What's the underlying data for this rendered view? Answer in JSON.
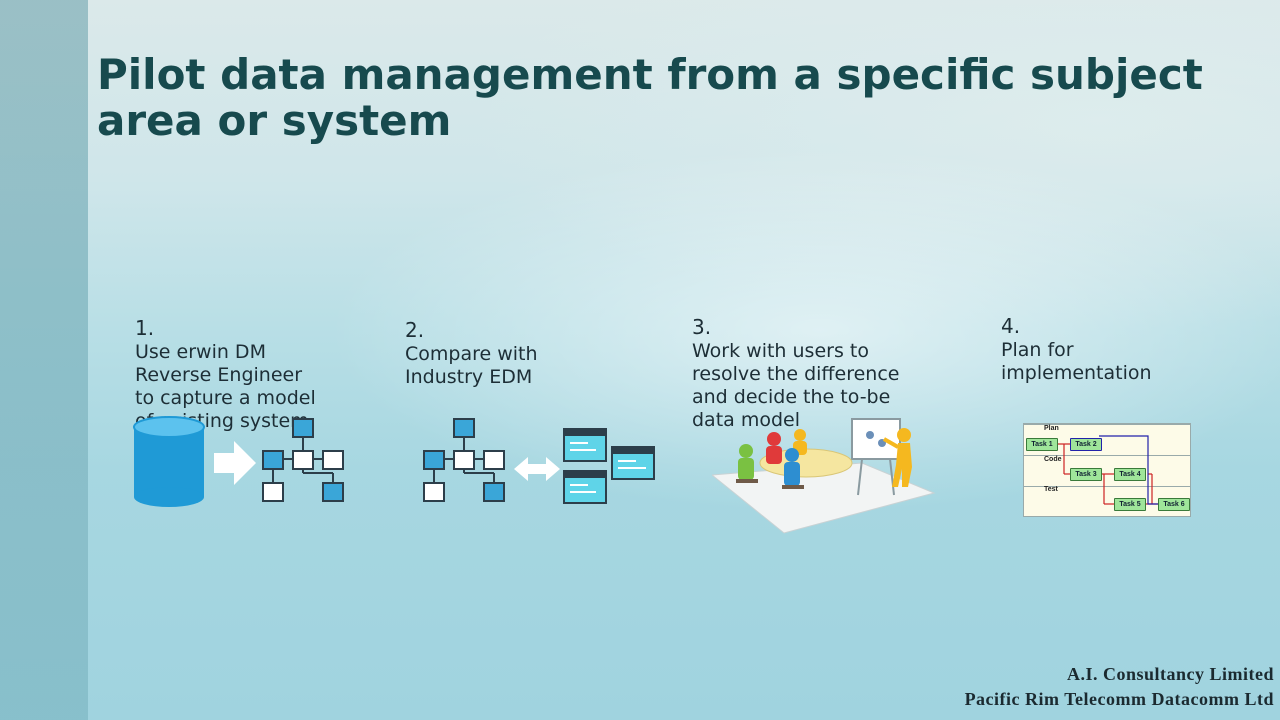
{
  "slide": {
    "title": "Pilot data management from a specific subject area or system",
    "steps": [
      {
        "num": "1.",
        "text": "Use erwin DM\nReverse Engineer\nto capture a model\nof existing system"
      },
      {
        "num": "2.",
        "text": "Compare with\nIndustry EDM"
      },
      {
        "num": "3.",
        "text": "Work with users to\nresolve the difference\nand decide the to-be\ndata model"
      },
      {
        "num": "4.",
        "text": "Plan for\nimplementation"
      }
    ],
    "plan": {
      "lanes": [
        "Plan",
        "Code",
        "Test"
      ],
      "tasks": [
        "Task 1",
        "Task 2",
        "Task 3",
        "Task 4",
        "Task 5",
        "Task 6"
      ]
    },
    "footer": {
      "line1": "A.I. Consultancy Limited",
      "line2": "Pacific Rim Telecomm Datacomm Ltd"
    },
    "colors": {
      "title": "#174a4e",
      "accent": "#3aa6d8",
      "text": "#1d2e36"
    }
  }
}
